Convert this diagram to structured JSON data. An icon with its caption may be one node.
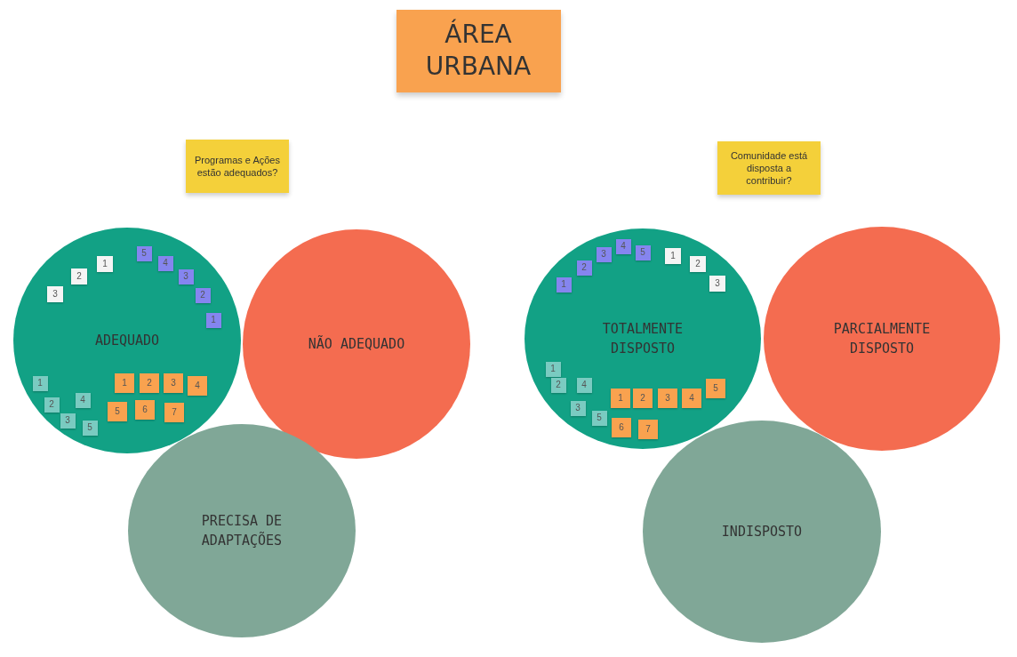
{
  "diagram": {
    "nodes": [
      {
        "text": [
          "ÁREA URBANA"
        ]
      },
      {
        "text": [
          "Programas e Ações estão adequados?"
        ]
      },
      {
        "text": [
          "Comunidade está disposta a contribuir?"
        ]
      },
      {
        "text": [
          "ADEQUADO"
        ]
      },
      {
        "text": [
          "1"
        ],
        "in": 3
      },
      {
        "text": [
          "2"
        ],
        "in": 3
      },
      {
        "text": [
          "3"
        ],
        "in": 3
      },
      {
        "text": [
          "5"
        ],
        "in": 3
      },
      {
        "text": [
          "4"
        ],
        "in": 3
      },
      {
        "text": [
          "3"
        ],
        "in": 3
      },
      {
        "text": [
          "2"
        ],
        "in": 3
      },
      {
        "text": [
          "1"
        ],
        "in": 3
      },
      {
        "text": [
          "1"
        ],
        "in": 3
      },
      {
        "text": [
          "2"
        ],
        "in": 3
      },
      {
        "text": [
          "4"
        ],
        "in": 3
      },
      {
        "text": [
          "3"
        ],
        "in": 3
      },
      {
        "text": [
          "5"
        ],
        "in": 3
      },
      {
        "text": [
          "1"
        ],
        "in": 3
      },
      {
        "text": [
          "2"
        ],
        "in": 3
      },
      {
        "text": [
          "3"
        ],
        "in": 3
      },
      {
        "text": [
          "4"
        ],
        "in": 3
      },
      {
        "text": [
          "5"
        ],
        "in": 3
      },
      {
        "text": [
          "6"
        ],
        "in": 3
      },
      {
        "text": [
          "7"
        ],
        "in": 3
      },
      {
        "text": [
          "NÃO ADEQUADO"
        ]
      },
      {
        "text": [
          "PRECISA DE ADAPTAÇÕES"
        ]
      },
      {
        "text": [
          "TOTALMENTE DISPOSTO"
        ]
      },
      {
        "text": [
          "1"
        ],
        "in": 26
      },
      {
        "text": [
          "2"
        ],
        "in": 26
      },
      {
        "text": [
          "3"
        ],
        "in": 26
      },
      {
        "text": [
          "4"
        ],
        "in": 26
      },
      {
        "text": [
          "5"
        ],
        "in": 26
      },
      {
        "text": [
          "1"
        ],
        "in": 26
      },
      {
        "text": [
          "2"
        ],
        "in": 26
      },
      {
        "text": [
          "3"
        ],
        "in": 26
      },
      {
        "text": [
          "1"
        ],
        "in": 26
      },
      {
        "text": [
          "2"
        ],
        "in": 26
      },
      {
        "text": [
          "4"
        ],
        "in": 26
      },
      {
        "text": [
          "3"
        ],
        "in": 26
      },
      {
        "text": [
          "5"
        ],
        "in": 26
      },
      {
        "text": [
          "1"
        ],
        "in": 26
      },
      {
        "text": [
          "2"
        ],
        "in": 26
      },
      {
        "text": [
          "3"
        ],
        "in": 26
      },
      {
        "text": [
          "4"
        ],
        "in": 26
      },
      {
        "text": [
          "5"
        ],
        "in": 26
      },
      {
        "text": [
          "6"
        ],
        "in": 26
      },
      {
        "text": [
          "7"
        ],
        "in": 26
      },
      {
        "text": [
          "PARCIALMENTE DISPOSTO"
        ]
      },
      {
        "text": [
          "INDISPOSTO"
        ]
      }
    ]
  }
}
